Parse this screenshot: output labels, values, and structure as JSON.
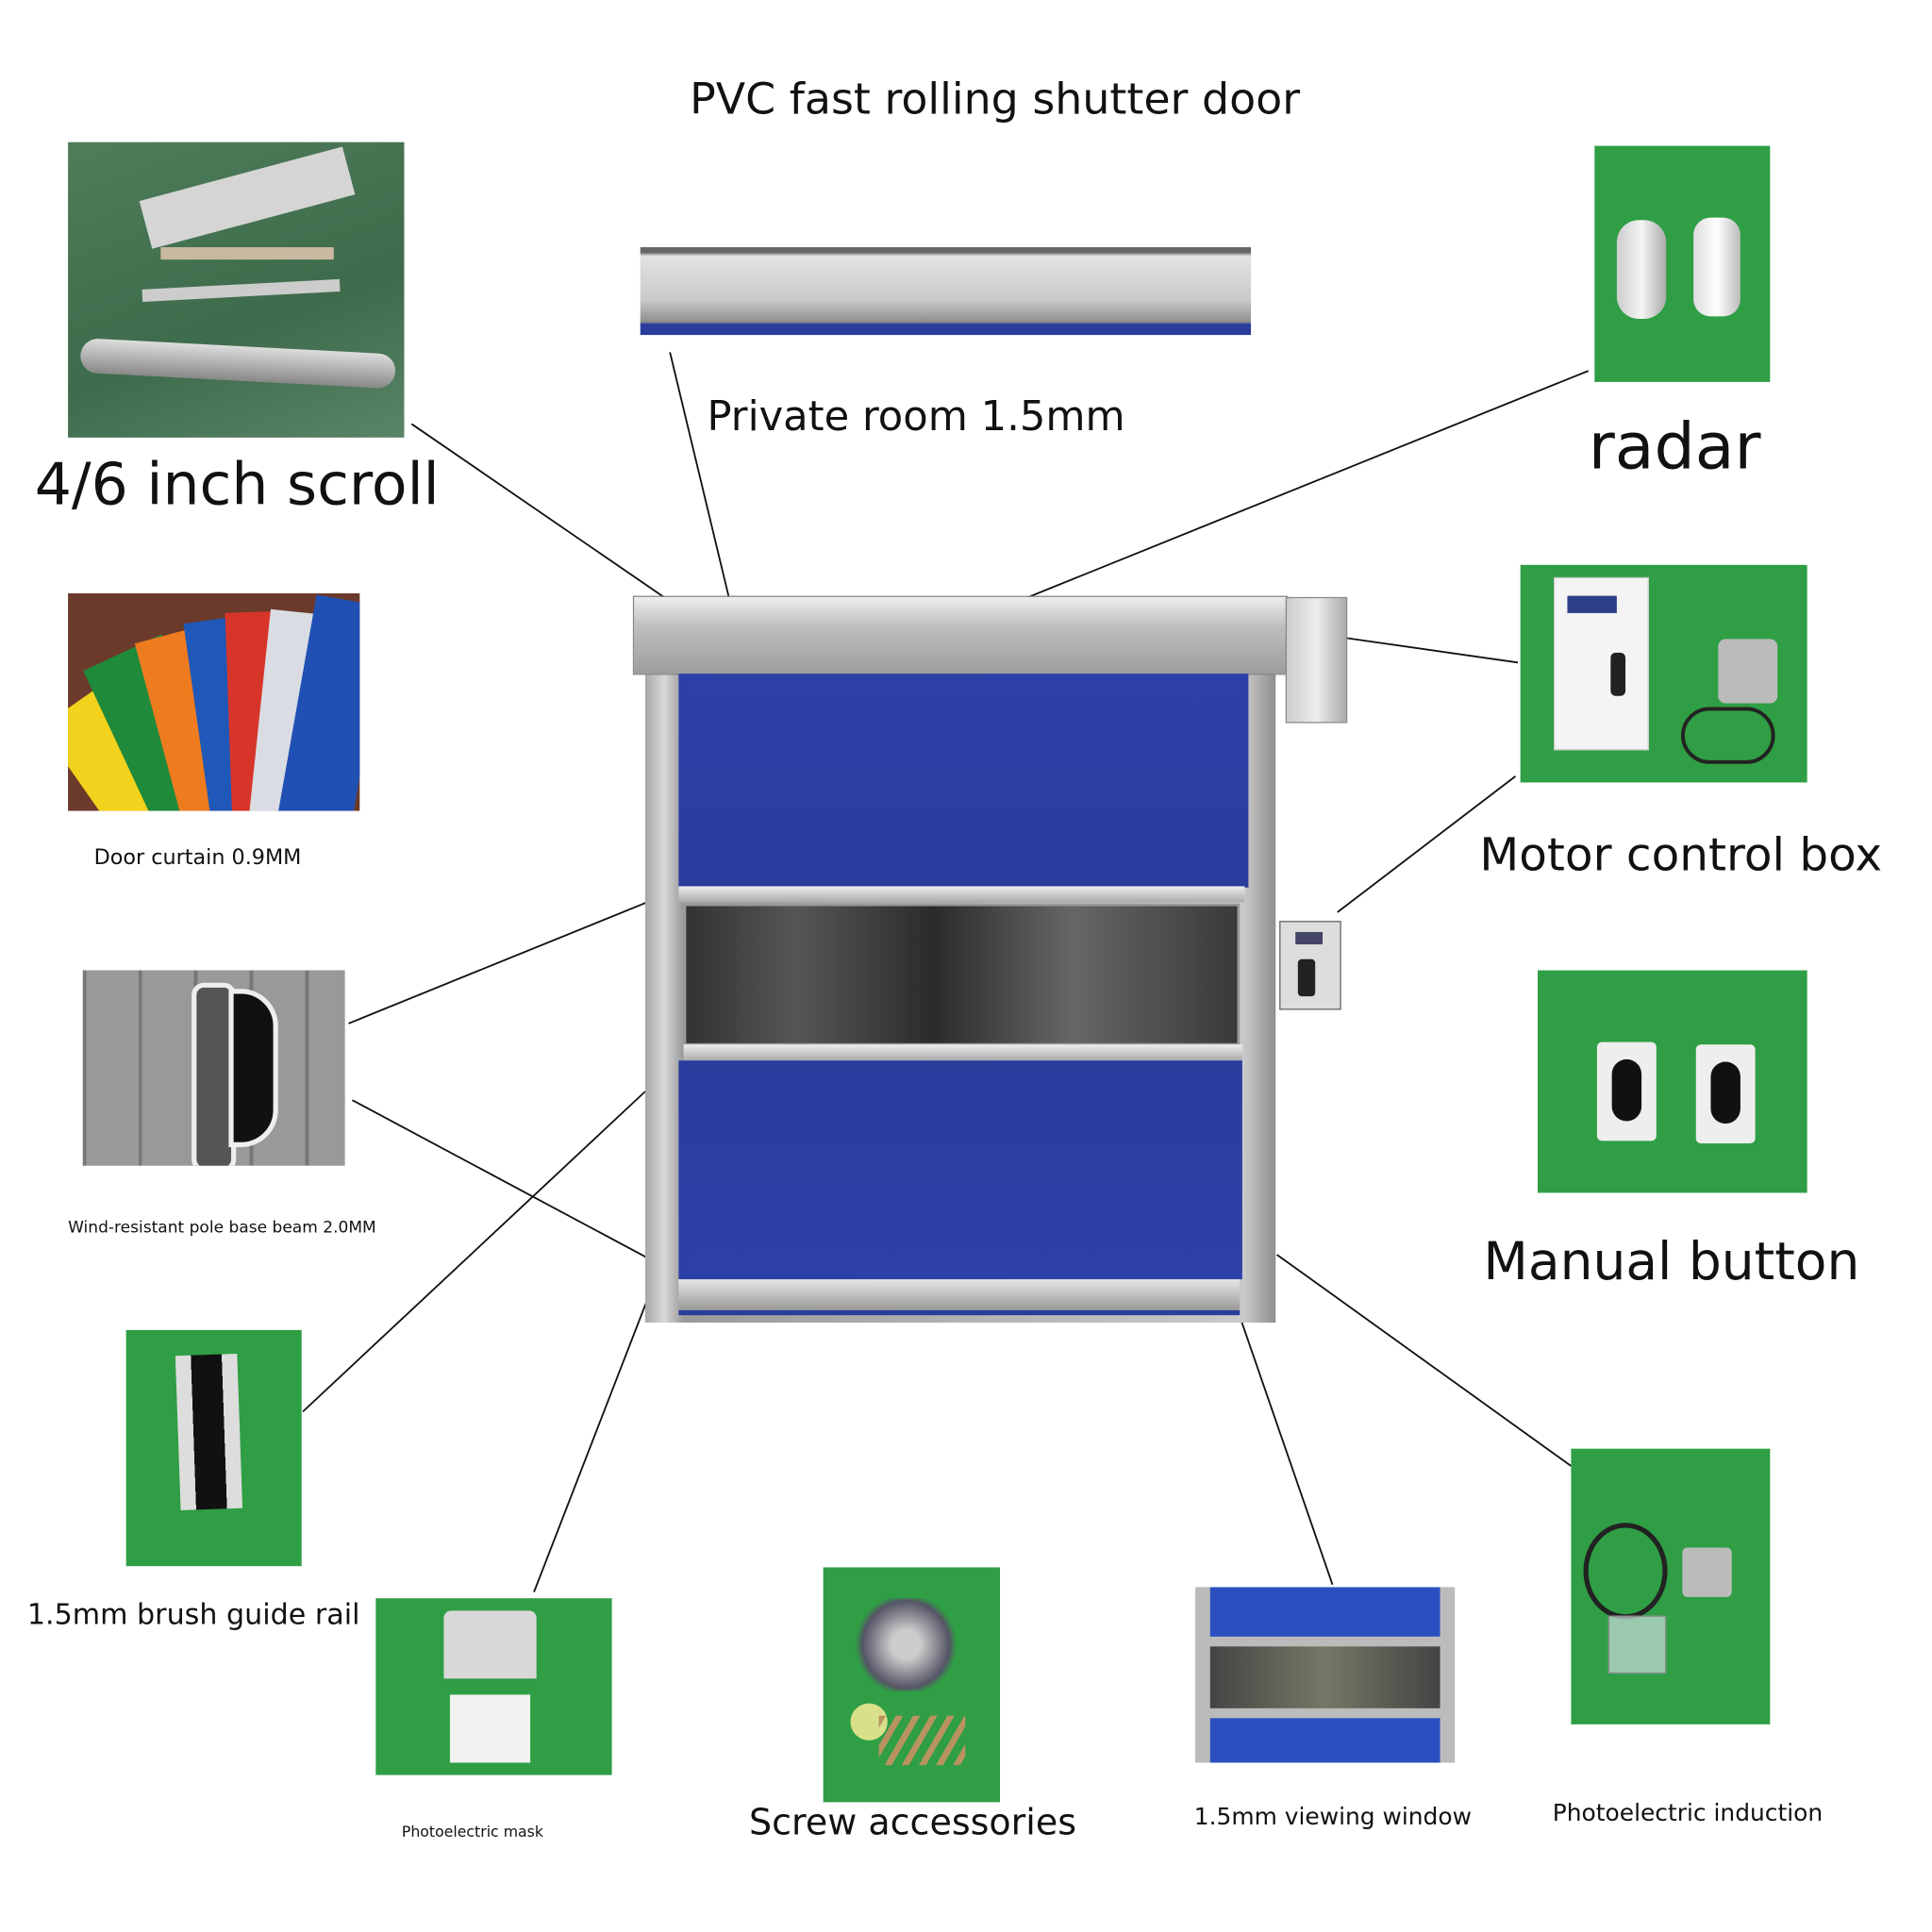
{
  "title": "PVC fast rolling shutter door",
  "parts": {
    "scroll": "4/6 inch scroll",
    "private_room": "Private room 1.5mm",
    "radar": "radar",
    "door_curtain": "Door curtain 0.9MM",
    "motor_control_box": "Motor control box",
    "wind_pole": "Wind-resistant pole base beam 2.0MM",
    "manual_button": "Manual button",
    "brush_guide_rail": "1.5mm brush guide rail",
    "photoelectric_mask": "Photoelectric mask",
    "screw_accessories": "Screw accessories",
    "viewing_window": "1.5mm viewing window",
    "photoelectric_induction": "Photoelectric induction"
  },
  "colors": {
    "curtain_blue": "#2a3fa0",
    "photo_green": "#2f9e44",
    "frame_steel": "#b9b9b9"
  }
}
